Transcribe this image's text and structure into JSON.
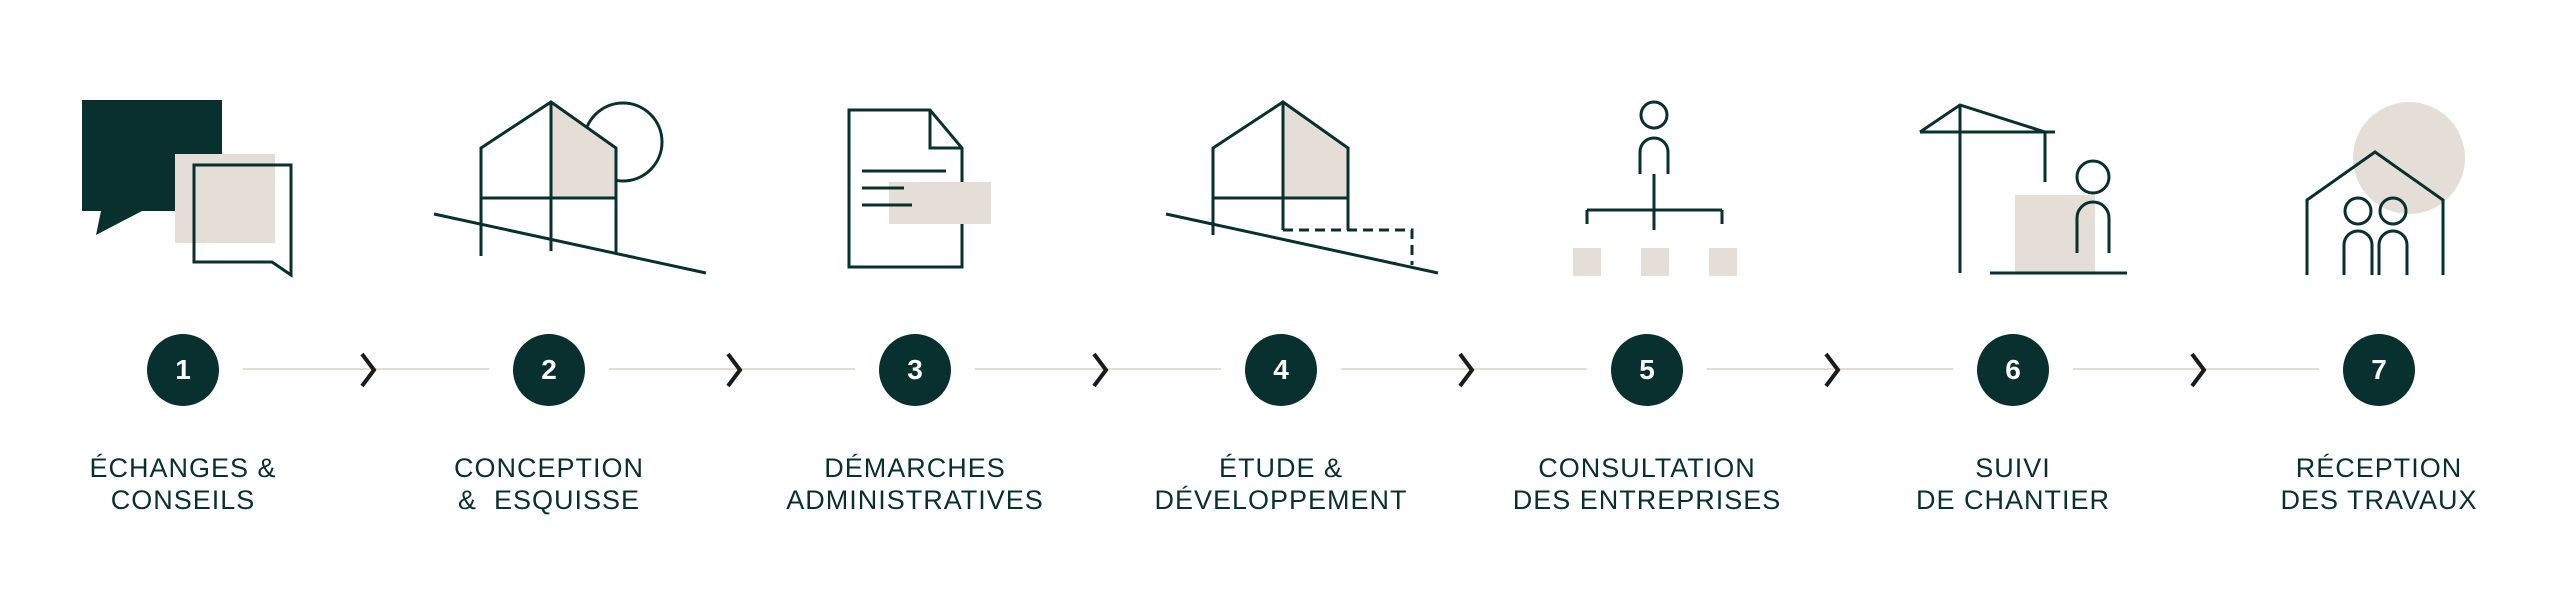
{
  "colors": {
    "primary": "#07302f",
    "beige": "#e4ded6",
    "arrow": "#1b1b1b"
  },
  "steps": [
    {
      "number": "1",
      "line1": "ÉCHANGES &",
      "line2": "CONSEILS",
      "icon": "chat-bubbles-icon"
    },
    {
      "number": "2",
      "line1": "CONCEPTION",
      "line2": "&  ESQUISSE",
      "icon": "house-sketch-icon"
    },
    {
      "number": "3",
      "line1": "DÉMARCHES",
      "line2": "ADMINISTRATIVES",
      "icon": "document-icon"
    },
    {
      "number": "4",
      "line1": "ÉTUDE &",
      "line2": "DÉVELOPPEMENT",
      "icon": "house-plan-icon"
    },
    {
      "number": "5",
      "line1": "CONSULTATION",
      "line2": "DES ENTREPRISES",
      "icon": "org-chart-icon"
    },
    {
      "number": "6",
      "line1": "SUIVI",
      "line2": "DE CHANTIER",
      "icon": "crane-worker-icon"
    },
    {
      "number": "7",
      "line1": "RÉCEPTION",
      "line2": "DES TRAVAUX",
      "icon": "house-family-icon"
    }
  ]
}
